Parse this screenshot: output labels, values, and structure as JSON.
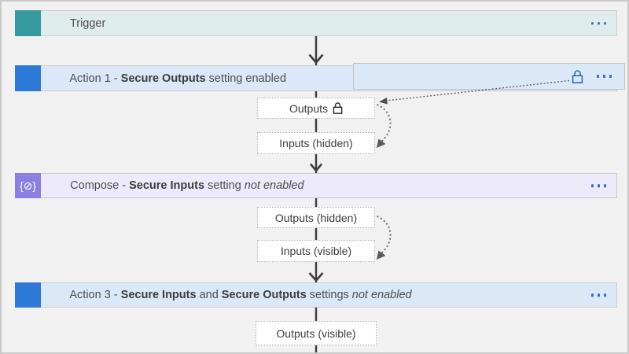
{
  "colors": {
    "trigger_icon": "#36999E",
    "trigger_bg": "#DEECEB",
    "action_icon": "#2D79D8",
    "action_bg": "#DBE8F8",
    "compose_icon": "#8B80E2",
    "compose_bg": "#ECEAFB",
    "accent_blue": "#3B6FC5",
    "lock_blue": "#2D6CB6",
    "text_color": "#4E4E4E"
  },
  "rows": {
    "trigger": {
      "label": "Trigger"
    },
    "action1": {
      "parts": [
        {
          "text": "Action 1 - "
        },
        {
          "text": "Secure Outputs"
        },
        {
          "text": " setting enabled"
        }
      ]
    },
    "compose": {
      "icon_glyph": "{⊘}",
      "parts": [
        {
          "text": "Compose - "
        },
        {
          "text": "Secure Inputs"
        },
        {
          "text": " setting "
        },
        {
          "text": "not enabled"
        }
      ]
    },
    "action3": {
      "parts": [
        {
          "text": "Action 3 - "
        },
        {
          "text": "Secure Inputs"
        },
        {
          "text": " and "
        },
        {
          "text": "Secure Outputs"
        },
        {
          "text": " settings "
        },
        {
          "text": "not enabled"
        }
      ]
    }
  },
  "boxes": {
    "action1_outputs": {
      "label": "Outputs"
    },
    "action1_inputs": {
      "label": "Inputs (hidden)"
    },
    "compose_outputs": {
      "label": "Outputs (hidden)"
    },
    "compose_inputs": {
      "label": "Inputs (visible)"
    },
    "action3_outputs": {
      "label": "Outputs (visible)"
    }
  },
  "icons": {
    "more_options": "more-options-ellipsis",
    "secured_outputs": "lock",
    "compose": "code-braces"
  }
}
